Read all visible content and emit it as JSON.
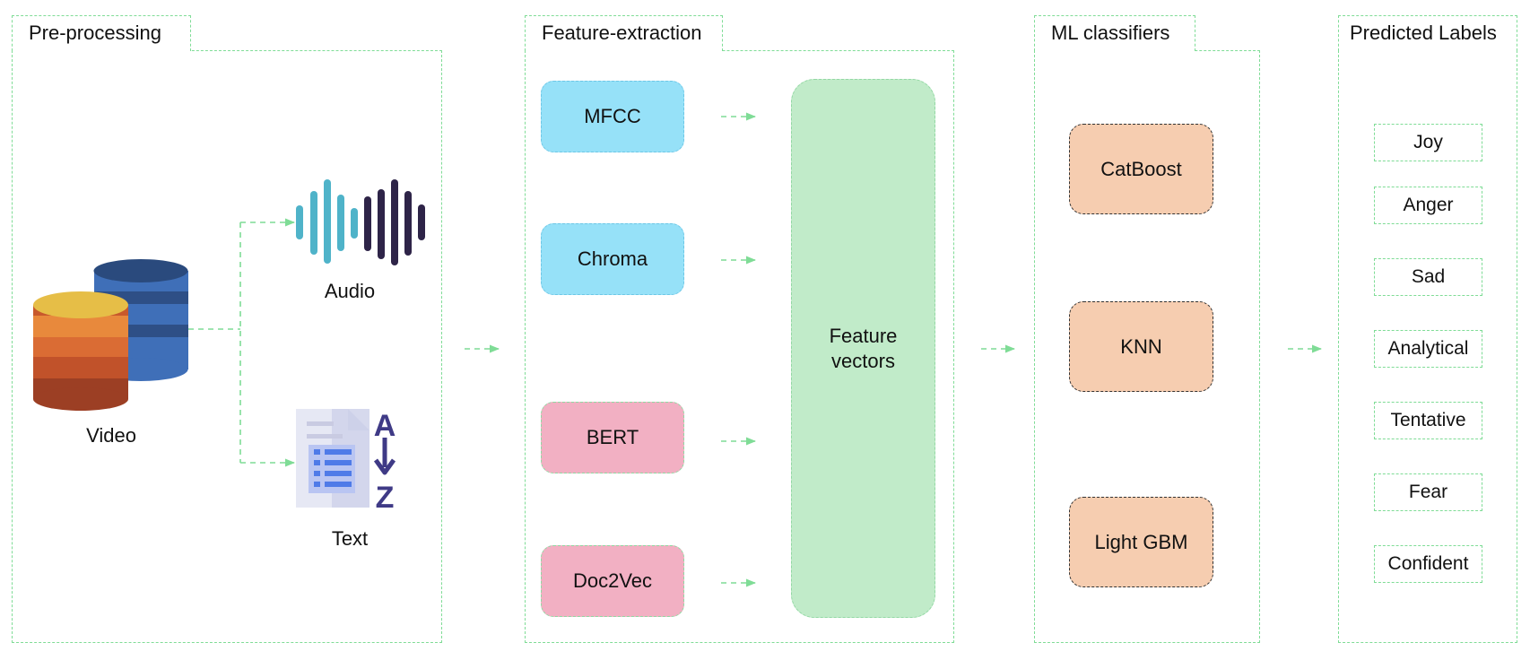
{
  "sections": {
    "preprocessing": "Pre-processing",
    "feature_extraction": "Feature-extraction",
    "ml_classifiers": "ML classifiers",
    "predicted_labels": "Predicted Labels"
  },
  "preprocessing": {
    "video_label": "Video",
    "audio_label": "Audio",
    "text_label": "Text",
    "text_icon_letters": [
      "A",
      "Z"
    ]
  },
  "features": [
    "MFCC",
    "Chroma",
    "BERT",
    "Doc2Vec"
  ],
  "feature_vectors": [
    "Feature",
    "vectors"
  ],
  "classifiers": [
    "CatBoost",
    "KNN",
    "Light GBM"
  ],
  "labels": [
    "Joy",
    "Anger",
    "Sad",
    "Analytical",
    "Tentative",
    "Fear",
    "Confident"
  ],
  "colors": {
    "border_green": "#7fdc96",
    "arrow_green": "#7fdc96",
    "audio_light": "#4fb3c9",
    "audio_dark": "#2e2448",
    "feature_blue": "#96e1f8",
    "feature_pink": "#f2b0c3",
    "feature_vector_green": "#c1ebc9",
    "classifier_peach": "#f6cdb0"
  }
}
